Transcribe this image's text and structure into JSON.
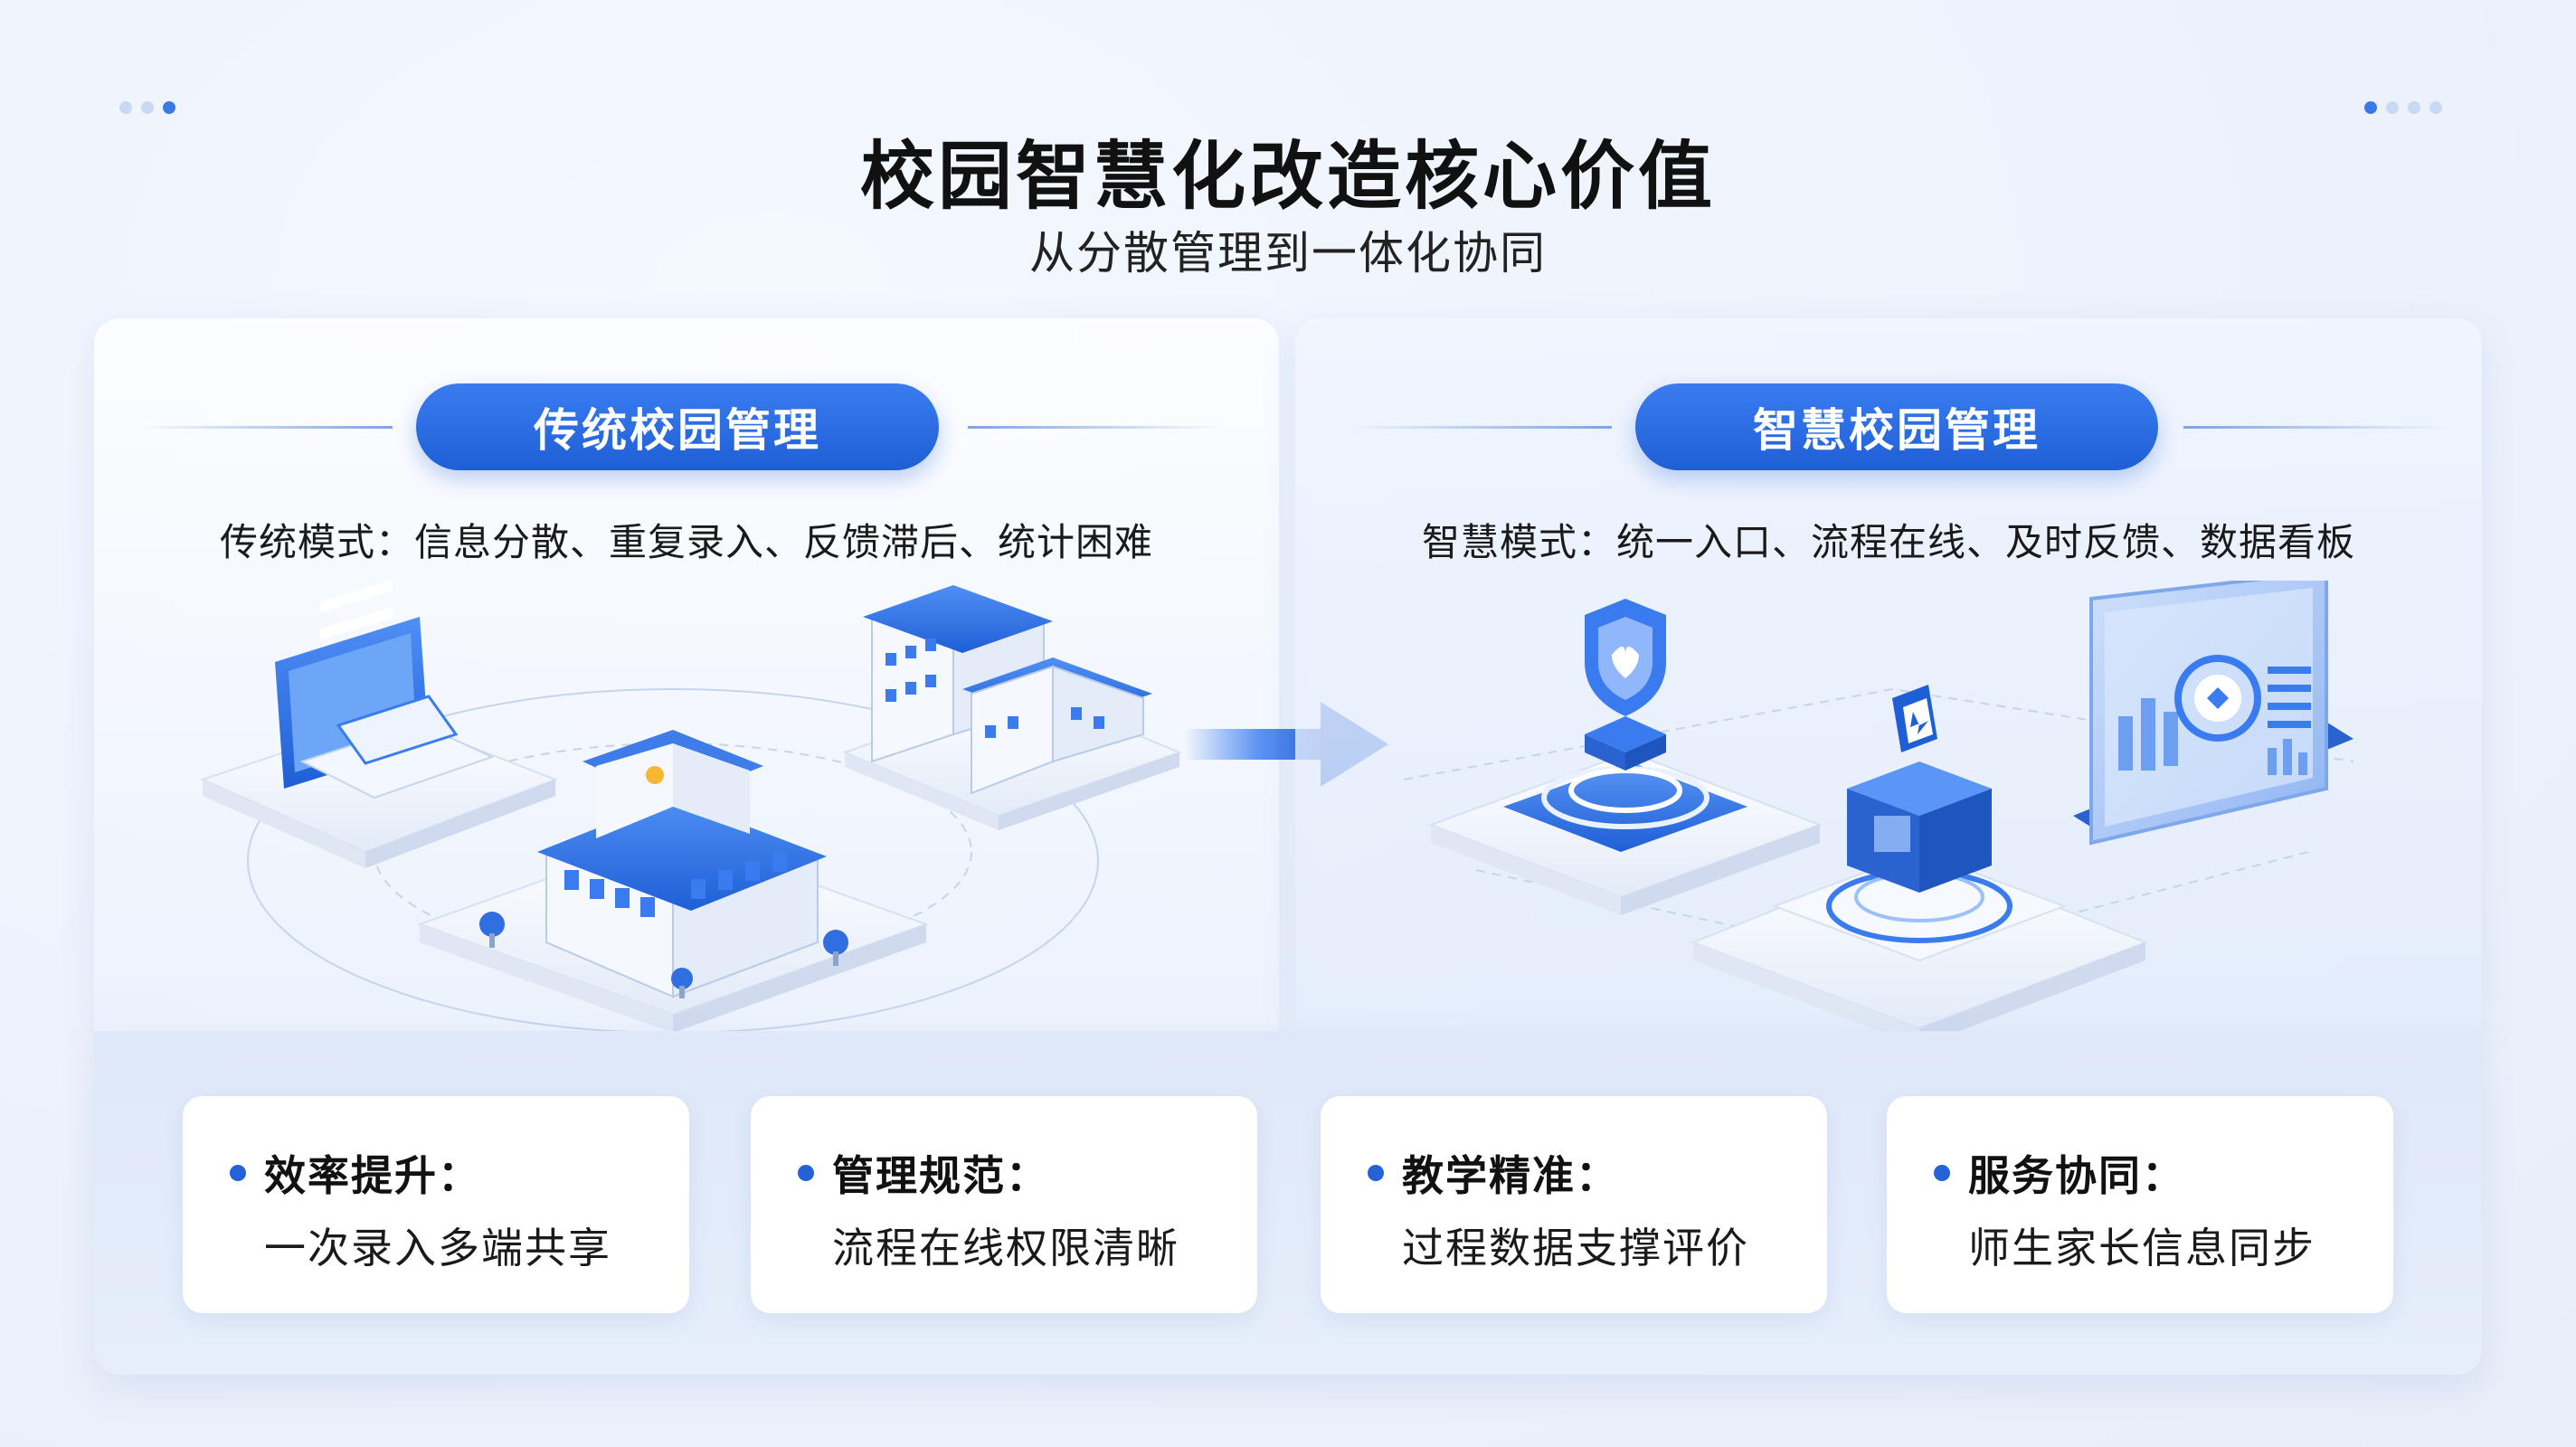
{
  "header": {
    "title": "校园智慧化改造核心价值",
    "subtitle": "从分散管理到一体化协同"
  },
  "left_panel": {
    "label": "传统校园管理",
    "description": "传统模式：信息分散、重复录入、反馈滞后、统计困难"
  },
  "right_panel": {
    "label": "智慧校园管理",
    "description": "智慧模式：统一入口、流程在线、及时反馈、数据看板"
  },
  "values": [
    {
      "title": "效率提升：",
      "text": "一次录入多端共享"
    },
    {
      "title": "管理规范：",
      "text": "流程在线权限清晰"
    },
    {
      "title": "教学精准：",
      "text": "过程数据支撑评价"
    },
    {
      "title": "服务协同：",
      "text": "师生家长信息同步"
    }
  ],
  "colors": {
    "accent": "#1f5fd6",
    "accent_light": "#3a7cf0",
    "pale": "#c9d8f3"
  }
}
